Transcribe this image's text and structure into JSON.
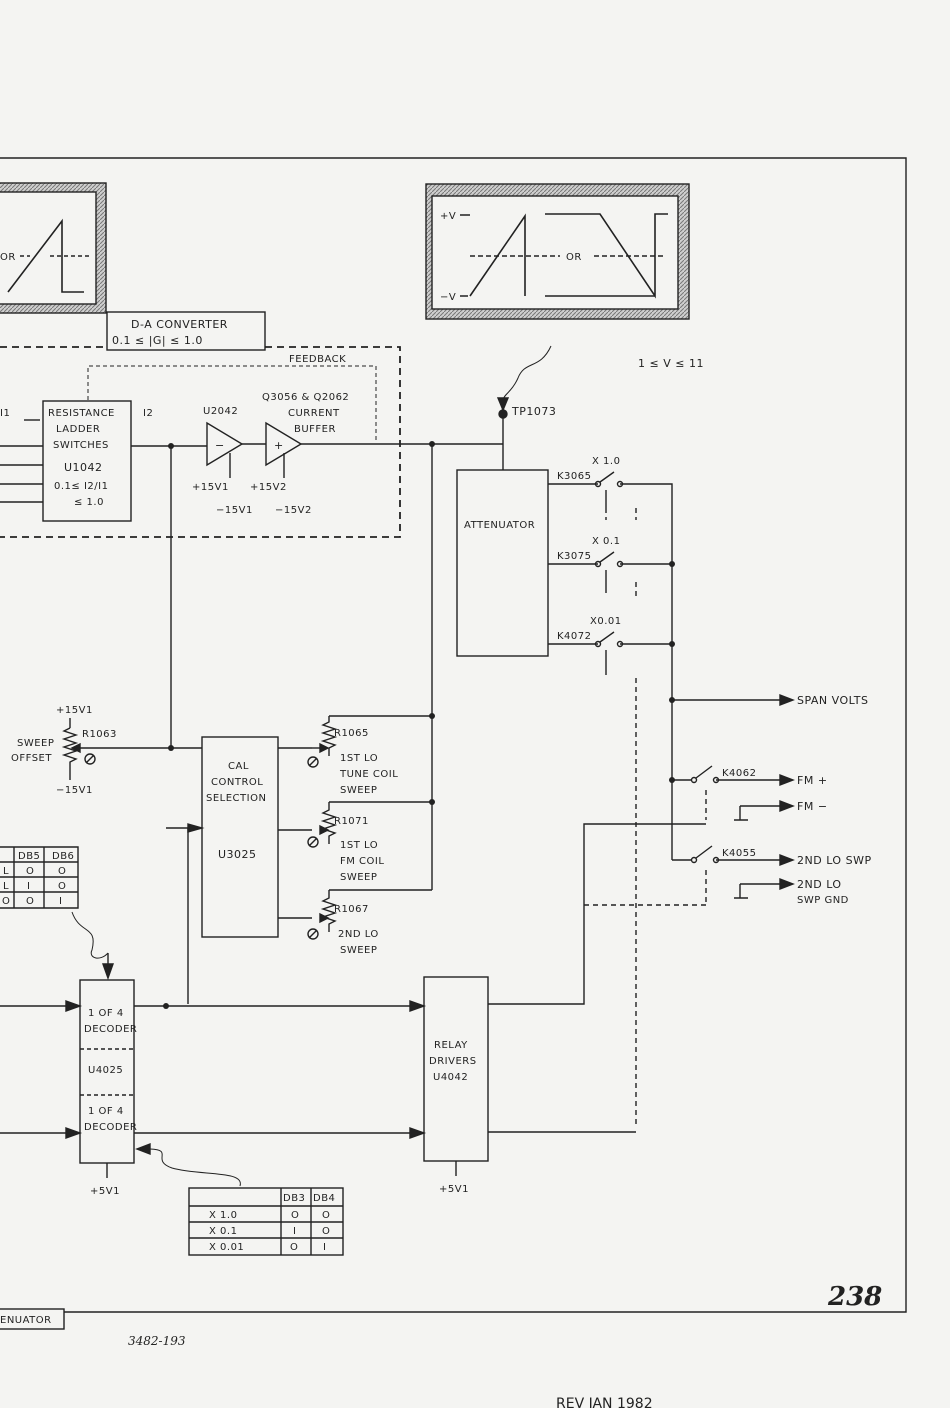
{
  "diagram": {
    "left_scope": {
      "or_label": "OR"
    },
    "right_scope": {
      "plus_v": "+V",
      "minus_v": "−V",
      "or_label": "OR"
    },
    "dac": {
      "title": "D-A CONVERTER",
      "range": "0.1 ≤ |G| ≤ 1.0",
      "feedback": "FEEDBACK"
    },
    "voltage_range": "1 ≤ V ≤ 11",
    "tp": "TP1073",
    "i1": "I1",
    "i2": "I2",
    "resistance_ladder": {
      "line1": "RESISTANCE",
      "line2": "LADDER",
      "line3": "SWITCHES",
      "ref": "U1042",
      "ratio": "0.1≤ I2/I1",
      "ratio2": "≤ 1.0"
    },
    "amp": {
      "ref": "U2042",
      "pos": "+15V1",
      "neg": "−15V1"
    },
    "buffer": {
      "ref": "Q3056 & Q2062",
      "line1": "CURRENT",
      "line2": "BUFFER",
      "pos": "+15V2",
      "neg": "−15V2"
    },
    "attenuator": "ATTENUATOR",
    "relays": [
      {
        "gain": "X 1.0",
        "ref": "K3065"
      },
      {
        "gain": "X 0.1",
        "ref": "K3075"
      },
      {
        "gain": "X0.01",
        "ref": "K4072"
      }
    ],
    "outputs": {
      "span": "SPAN VOLTS",
      "fm_plus": "FM +",
      "fm_minus": "FM −",
      "k4062": "K4062",
      "k4055": "K4055",
      "lo2_swp": "2ND LO SWP",
      "lo2_gnd1": "2ND LO",
      "lo2_gnd2": "SWP GND"
    },
    "sweep_offset": {
      "pos": "+15V1",
      "line1": "SWEEP",
      "line2": "OFFSET",
      "ref": "R1063",
      "neg": "−15V1"
    },
    "cal": {
      "line1": "CAL",
      "line2": "CONTROL",
      "line3": "SELECTION",
      "ref": "U3025"
    },
    "pots": [
      {
        "ref": "R1065",
        "line1": "1ST LO",
        "line2": "TUNE COIL",
        "line3": "SWEEP"
      },
      {
        "ref": "R1071",
        "line1": "1ST LO",
        "line2": "FM COIL",
        "line3": "SWEEP"
      },
      {
        "ref": "R1067",
        "line1": "2ND LO",
        "line2": "SWEEP",
        "line3": ""
      }
    ],
    "db56_table": {
      "headers": [
        "DB5",
        "DB6"
      ],
      "rows": [
        [
          "L",
          "O",
          "O"
        ],
        [
          "L",
          "I",
          "O"
        ],
        [
          "O",
          "O",
          "I"
        ]
      ]
    },
    "decoder": {
      "top1": "1 OF 4",
      "top2": "DECODER",
      "ref": "U4025",
      "bot1": "1 OF 4",
      "bot2": "DECODER",
      "supply": "+5V1"
    },
    "relay_drivers": {
      "line1": "RELAY",
      "line2": "DRIVERS",
      "ref": "U4042",
      "supply": "+5V1"
    },
    "db34_table": {
      "headers": [
        "DB3",
        "DB4"
      ],
      "rows": [
        [
          "X 1.0",
          "O",
          "O"
        ],
        [
          "X 0.1",
          "I",
          "O"
        ],
        [
          "X 0.01",
          "O",
          "I"
        ]
      ]
    },
    "page_number": "238",
    "caption": "ENUATOR",
    "figure_number": "3482-193",
    "rev": "REV JAN 1982"
  }
}
